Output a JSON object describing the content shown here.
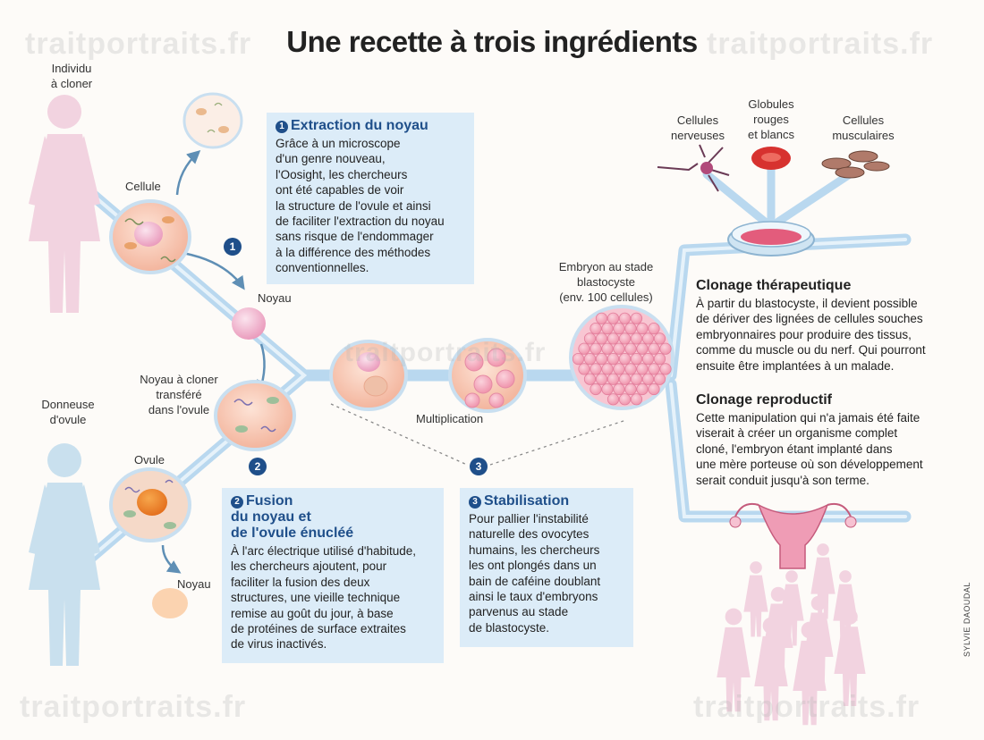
{
  "title": "Une recette à trois ingrédients",
  "watermark": "traitportraits.fr",
  "credit": "SYLVIE DAOUDAL",
  "labels": {
    "individu": "Individu\nà cloner",
    "cellule": "Cellule",
    "noyau_top": "Noyau",
    "noyau_transfere": "Noyau à cloner\ntransféré\ndans l'ovule",
    "donneuse": "Donneuse\nd'ovule",
    "ovule": "Ovule",
    "noyau_bottom": "Noyau",
    "multiplication": "Multiplication",
    "embryon": "Embryon au stade\nblastocyste\n(env. 100 cellules)",
    "nerveuses": "Cellules\nnerveuses",
    "globules": "Globules\nrouges\net blancs",
    "musculaires": "Cellules\nmusculaires"
  },
  "step1": {
    "number": "1",
    "heading": "Extraction du noyau",
    "text": "Grâce à un microscope\nd'un genre nouveau,\nl'Oosight, les chercheurs\nont été capables de voir\nla structure de l'ovule et ainsi\nde faciliter l'extraction du noyau\nsans risque de l'endommager\nà la différence des méthodes\nconventionnelles."
  },
  "step2": {
    "number": "2",
    "heading": "Fusion\ndu noyau et\nde l'ovule énucléé",
    "text": "À l'arc électrique utilisé d'habitude,\nles chercheurs ajoutent, pour\nfaciliter la fusion des deux\nstructures, une vieille technique\nremise au goût du jour, à base\nde protéines de surface extraites\nde virus inactivés."
  },
  "step3": {
    "number": "3",
    "heading": "Stabilisation",
    "text": "Pour pallier l'instabilité\nnaturelle des ovocytes\nhumains, les chercheurs\nles ont plongés dans un\nbain de caféine doublant\nainsi le taux d'embryons\nparvenus au stade\nde blastocyste."
  },
  "therapeutique": {
    "heading": "Clonage thérapeutique",
    "text": "À partir du blastocyste, il devient possible\nde dériver des lignées de cellules souches\nembryonnaires pour produire des tissus,\ncomme du muscle ou du nerf. Qui pourront\nensuite être implantées à un malade."
  },
  "reproductif": {
    "heading": "Clonage reproductif",
    "text": "Cette manipulation qui n'a jamais été faite\nviserait à créer un organisme complet\ncloné, l'embryon étant implanté dans\nune mère porteuse où son développement\nserait conduit jusqu'à son terme."
  },
  "colors": {
    "accent": "#1f4f8a",
    "box": "#dcecf8",
    "path": "#b9d8ef",
    "pink_figure": "#f2d3e0",
    "blue_figure": "#c9e0ee",
    "cell": "#f8cdbb"
  }
}
